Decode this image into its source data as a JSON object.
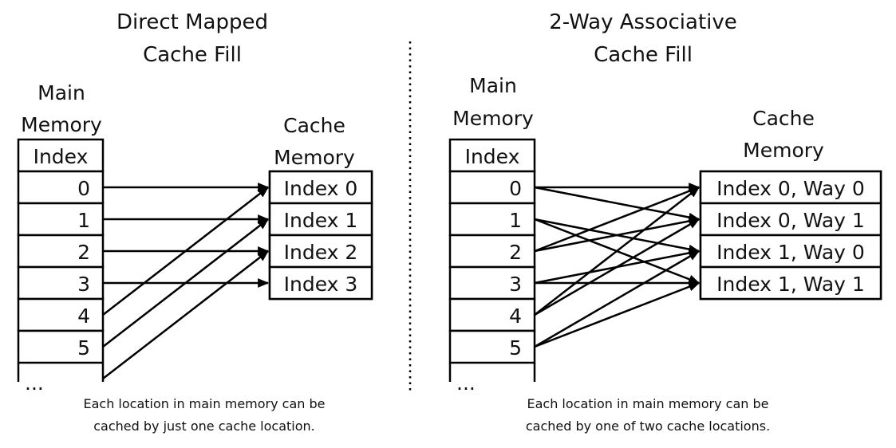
{
  "left": {
    "title_line1": "Direct Mapped",
    "title_line2": "Cache Fill",
    "main_label_line1": "Main",
    "main_label_line2": "Memory",
    "index_header": "Index",
    "main_rows": [
      "0",
      "1",
      "2",
      "3",
      "4",
      "5",
      "..."
    ],
    "cache_label_line1": "Cache",
    "cache_label_line2": "Memory",
    "cache_rows": [
      "Index 0",
      "Index 1",
      "Index 2",
      "Index 3"
    ],
    "note_line1": "Each location in main memory can be",
    "note_line2": "cached by just one cache location.",
    "mappings": [
      [
        0,
        0
      ],
      [
        1,
        1
      ],
      [
        2,
        2
      ],
      [
        3,
        3
      ],
      [
        4,
        0
      ],
      [
        5,
        1
      ],
      [
        6,
        2
      ]
    ]
  },
  "right": {
    "title_line1": "2-Way Associative",
    "title_line2": "Cache Fill",
    "main_label_line1": "Main",
    "main_label_line2": "Memory",
    "index_header": "Index",
    "main_rows": [
      "0",
      "1",
      "2",
      "3",
      "4",
      "5",
      "..."
    ],
    "cache_label_line1": "Cache",
    "cache_label_line2": "Memory",
    "cache_rows": [
      "Index 0, Way 0",
      "Index 0, Way 1",
      "Index 1, Way 0",
      "Index 1, Way 1"
    ],
    "note_line1": "Each location in main memory can be",
    "note_line2": "cached by one of two cache locations.",
    "mappings": [
      [
        0,
        0
      ],
      [
        0,
        1
      ],
      [
        1,
        2
      ],
      [
        1,
        3
      ],
      [
        2,
        0
      ],
      [
        2,
        1
      ],
      [
        3,
        2
      ],
      [
        3,
        3
      ],
      [
        4,
        0
      ],
      [
        4,
        1
      ],
      [
        5,
        2
      ],
      [
        5,
        3
      ]
    ]
  }
}
